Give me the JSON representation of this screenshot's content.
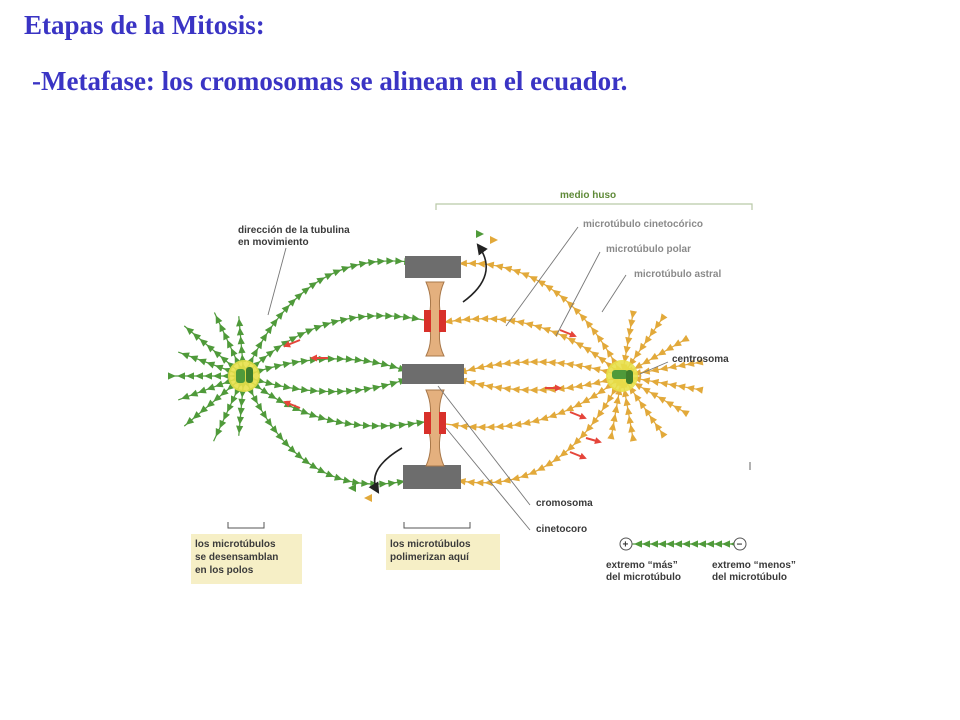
{
  "page": {
    "title": "Etapas de la Mitosis:",
    "subtitle": "-Metafase: los cromosomas se alinean en el ecuador."
  },
  "diagram": {
    "labels": {
      "half_spindle": "medio huso",
      "kinetochore_mt": "microtúbulo cinetocórico",
      "polar_mt": "microtúbulo polar",
      "astral_mt": "microtúbulo astral",
      "centrosome": "centrosoma",
      "chromosome": "cromosoma",
      "kinetochore": "cinetocoro",
      "tubulin_direction": [
        "dirección de la tubulina",
        "en movimiento"
      ],
      "depolymerize_box": [
        "los microtúbulos",
        "se desensamblan",
        "en los polos"
      ],
      "polymerize_box": [
        "los microtúbulos",
        "polimerizan aquí"
      ],
      "plus_end": [
        "extremo “más”",
        "del microtúbulo"
      ],
      "minus_end": [
        "extremo “menos”",
        "del microtúbulo"
      ],
      "plus_symbol": "+",
      "minus_symbol": "−"
    },
    "colors": {
      "left_microtubules": "#4f9a3a",
      "right_microtubules": "#e2a93a",
      "centrosome_halo": "#e8e04a",
      "chromosome": "#e4b07e",
      "kinetochore": "#d8302a",
      "overlap": "#6d6d6d",
      "arrows": "#e5453a",
      "label_box": "#f6efc6"
    }
  }
}
